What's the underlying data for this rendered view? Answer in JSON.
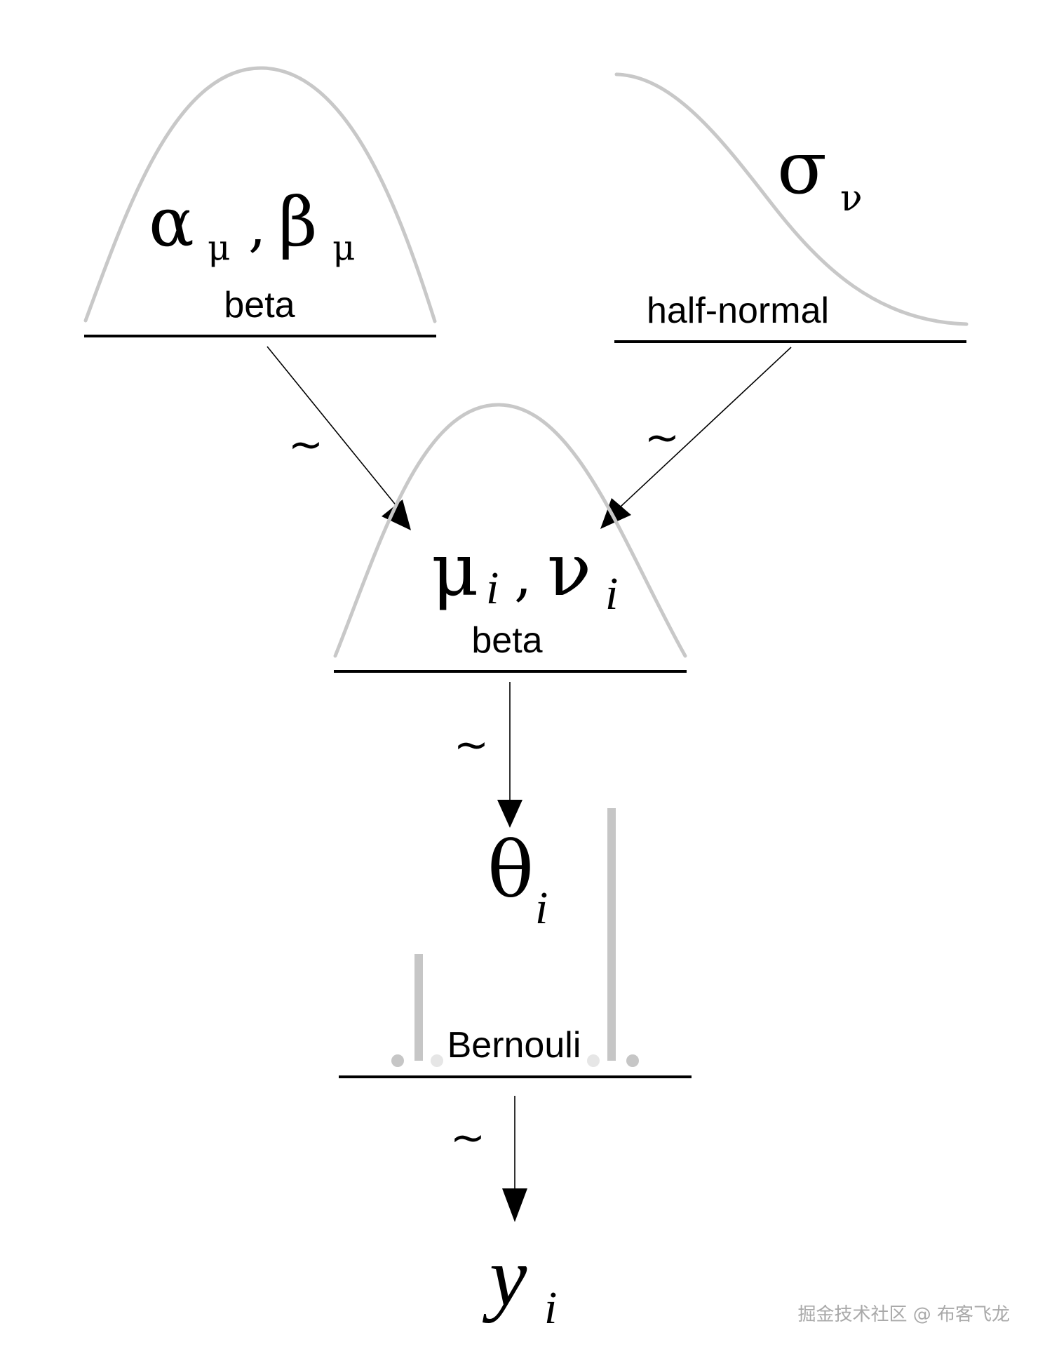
{
  "nodes": {
    "top_left": {
      "param_a": "α",
      "sub_a": "μ",
      "comma": ",",
      "param_b": "β",
      "sub_b": "μ",
      "dist": "beta"
    },
    "top_right": {
      "param": "σ",
      "sub": "ν",
      "dist": "half-normal"
    },
    "middle": {
      "param_a": "μ",
      "sub_a": "i",
      "comma": ",",
      "param_b": "ν",
      "sub_b": "i",
      "dist": "beta"
    },
    "theta": {
      "param": "θ",
      "sub": "i"
    },
    "bernoulli": {
      "dist": "Bernouli"
    },
    "y": {
      "param": "y",
      "sub": "i"
    }
  },
  "edges": [
    {
      "label": "~"
    },
    {
      "label": "~"
    },
    {
      "label": "~"
    },
    {
      "label": "~"
    }
  ],
  "watermark": "掘金技术社区 @ 布客飞龙"
}
